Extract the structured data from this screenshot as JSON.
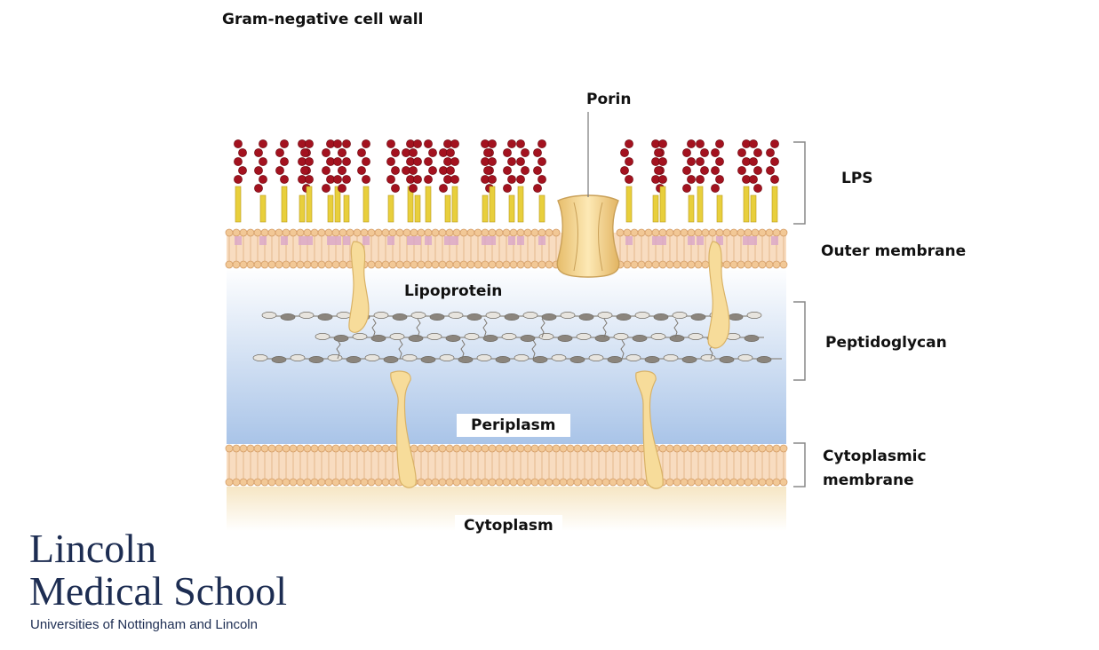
{
  "diagram": {
    "title": "Gram-negative cell wall",
    "labels": {
      "porin": "Porin",
      "lps": "LPS",
      "outer_membrane": "Outer membrane",
      "lipoprotein": "Lipoprotein",
      "peptidoglycan": "Peptidoglycan",
      "periplasm": "Periplasm",
      "cytoplasmic_membrane": "Cytoplasmic membrane",
      "cytoplasm": "Cytoplasm"
    },
    "colors": {
      "lps_bead": "#a3121f",
      "lps_stalk": "#e8cf3c",
      "membrane_head": "#f2c896",
      "membrane_tail": "#d9a6c8",
      "protein": "#f7dc9a",
      "periplasm_top": "#ffffff",
      "periplasm_bottom": "#a7c3e8",
      "peptidoglycan_chain": "#8f8a82"
    }
  },
  "logo": {
    "line1": "Lincoln",
    "line2": "Medical School",
    "subtitle": "Universities of Nottingham and Lincoln",
    "color": "#1d2d52"
  }
}
